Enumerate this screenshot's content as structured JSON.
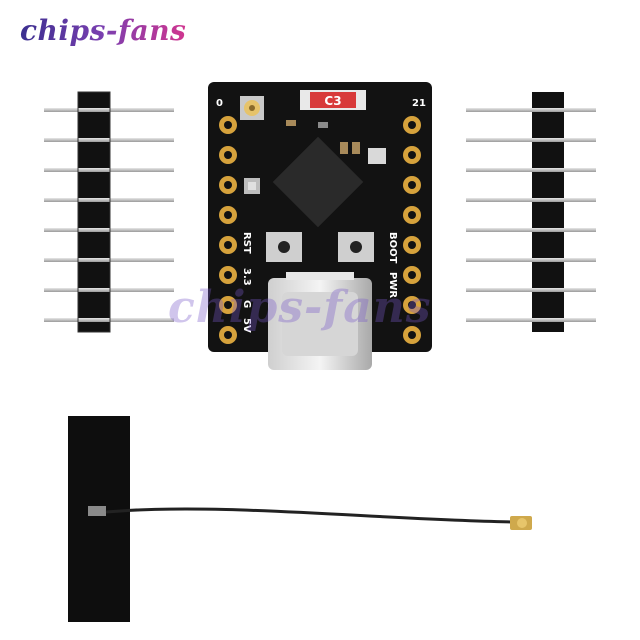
{
  "logo": {
    "text": "chips-fans"
  },
  "watermark": {
    "text": "chips-fans"
  },
  "board": {
    "labels": {
      "pin_0": "0",
      "pin_21": "21",
      "rst": "RST",
      "boot": "BOOT",
      "pwr": "PWR",
      "v33": "3.3",
      "gnd": "G",
      "v5": "5V",
      "chip_marking": "C3"
    }
  },
  "colors": {
    "pcb": "#121212",
    "gold": "#d6a23c",
    "pins": "#b8b8b8",
    "led": "#d83a3a"
  }
}
